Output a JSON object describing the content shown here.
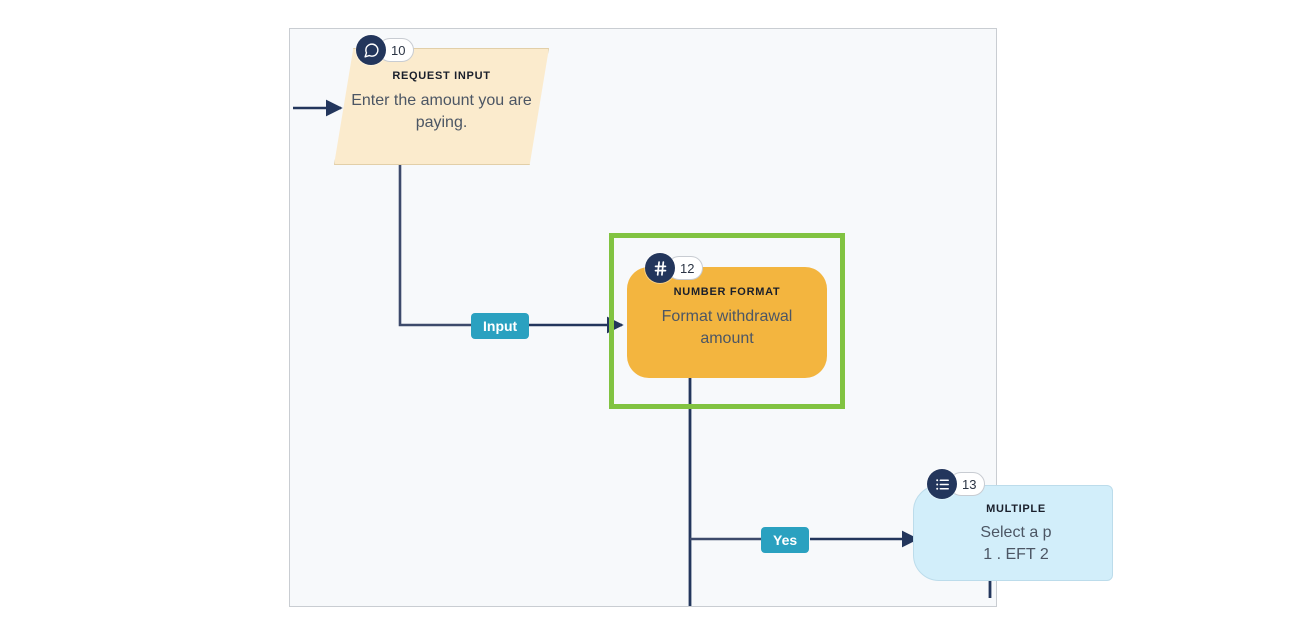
{
  "app": {
    "canvas_background": "#f7f9fb",
    "selection_color": "#81c341",
    "edge_color": "#23365c",
    "label_color": "#2aa1c0"
  },
  "diagram": {
    "type": "flowchart",
    "nodes": [
      {
        "id": "10",
        "number": "10",
        "icon": "speech-bubble-icon",
        "title": "REQUEST INPUT",
        "body": "Enter the amount you are paying.",
        "shape": "parallelogram",
        "fill": "#fbebcd",
        "selected": false
      },
      {
        "id": "12",
        "number": "12",
        "icon": "hash-icon",
        "title": "NUMBER FORMAT",
        "body": "Format withdrawal amount",
        "shape": "rounded-rectangle",
        "fill": "#f3b53f",
        "selected": true
      },
      {
        "id": "13",
        "number": "13",
        "icon": "list-icon",
        "title": "MULTIPLE",
        "body": "Select a p\n1 . EFT 2",
        "body_line_1": "Select a p",
        "body_line_2": "1 . EFT 2",
        "shape": "document-card",
        "fill": "#d2eefa",
        "selected": false,
        "clipped": true
      }
    ],
    "edges": [
      {
        "from": "entry",
        "to": "10",
        "label": ""
      },
      {
        "from": "10",
        "to": "12",
        "label": "Input"
      },
      {
        "from": "12",
        "to": "13",
        "label": "Yes"
      },
      {
        "from": "12",
        "to": "continues-below",
        "label": ""
      }
    ]
  }
}
